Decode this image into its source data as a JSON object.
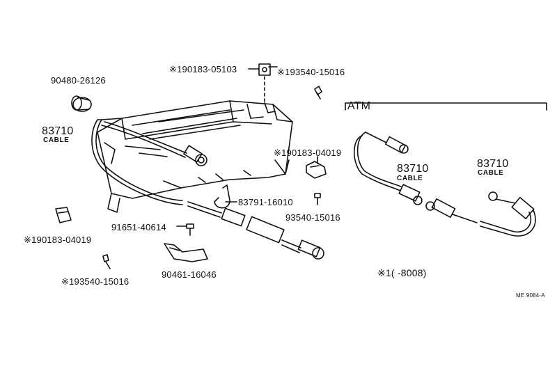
{
  "colors": {
    "ink": "#111111",
    "paper": "#ffffff"
  },
  "diagram": {
    "atm_title": "ATM",
    "footnote": "※1(      -8008)",
    "ref_code": "ME 9084-A",
    "labels": {
      "p90480": "90480-26126",
      "p190183_05103": "※190183-05103",
      "p193540_top": "※193540-15016",
      "p83710_main": "83710",
      "cable_main": "CABLE",
      "p190183_04019_right": "※190183-04019",
      "p83791": "83791-16010",
      "p93540": "93540-15016",
      "p91651": "91651-40614",
      "p190183_04019_left": "※190183-04019",
      "p90461": "90461-16046",
      "p193540_bottom": "※193540-15016",
      "p83710_atm1": "83710",
      "cable_atm1": "CABLE",
      "p83710_atm2": "83710",
      "cable_atm2": "CABLE"
    },
    "icons": [
      "grommet-icon",
      "clip-icon",
      "screw-icon",
      "clamp-icon",
      "cable-icon",
      "instrument-cluster-icon"
    ]
  }
}
